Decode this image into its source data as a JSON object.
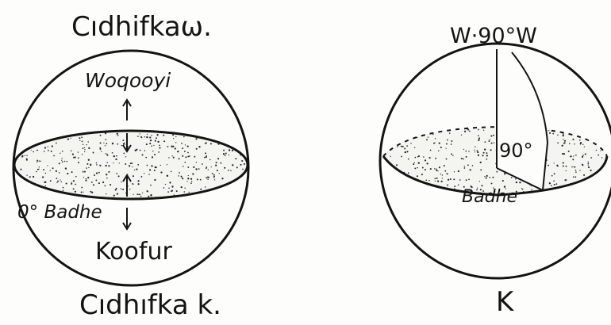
{
  "left_globe": {
    "top_label": "Cıdhifkaω.",
    "north_label": "Woqooyi",
    "equator_label": "0° Badhe",
    "south_label": "Koofur",
    "bottom_label": "Cıdhıfka k."
  },
  "right_globe": {
    "top_label": "W·90°W",
    "angle_label": "90°",
    "equator_label": "Badhe",
    "bottom_label": "K"
  },
  "colors": {
    "ink": "#141414",
    "paper": "#fdfdfb"
  }
}
